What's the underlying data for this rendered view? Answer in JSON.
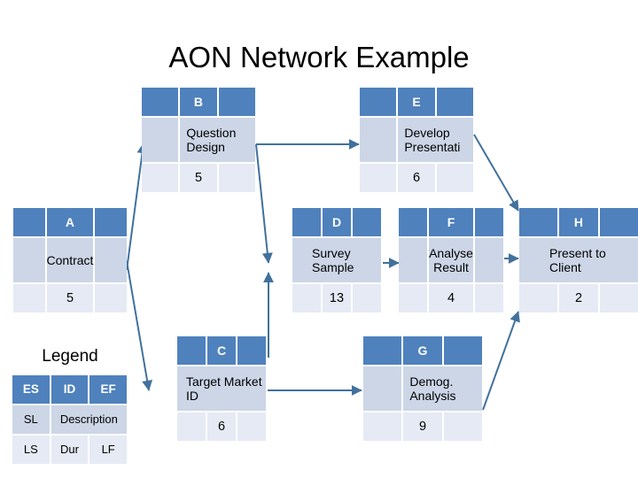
{
  "page": {
    "title": "AON Network Example",
    "accent_color": "#4f81bd",
    "mid_color": "#ccd6e7",
    "bottom_color": "#e5eaf4",
    "arrow_color": "#41719c",
    "background": "#ffffff"
  },
  "nodes": [
    {
      "id": "A",
      "label": "A",
      "description": "Contract",
      "duration": "5",
      "es": "",
      "ef": "",
      "sl": "",
      "ls": "",
      "lf": "",
      "desc_wide": false
    },
    {
      "id": "B",
      "label": "B",
      "description": "Question Design",
      "duration": "5",
      "es": "",
      "ef": "",
      "sl": "",
      "ls": "",
      "lf": "",
      "desc_wide": false
    },
    {
      "id": "C",
      "label": "C",
      "description": "Target Market ID",
      "duration": "6",
      "es": "",
      "ef": "",
      "sl": "",
      "ls": "",
      "lf": "",
      "desc_wide": false
    },
    {
      "id": "D",
      "label": "D",
      "description": "Survey Sample",
      "duration": "13",
      "es": "",
      "ef": "",
      "sl": "",
      "ls": "",
      "lf": "",
      "desc_wide": false
    },
    {
      "id": "E",
      "label": "E",
      "description": "Develop Presentati",
      "duration": "6",
      "es": "",
      "ef": "",
      "sl": "",
      "ls": "",
      "lf": "",
      "desc_wide": true
    },
    {
      "id": "F",
      "label": "F",
      "description": "Analyse Result",
      "duration": "4",
      "es": "",
      "ef": "",
      "sl": "",
      "ls": "",
      "lf": "",
      "desc_wide": false
    },
    {
      "id": "G",
      "label": "G",
      "description": "Demog. Analysis",
      "duration": "9",
      "es": "",
      "ef": "",
      "sl": "",
      "ls": "",
      "lf": "",
      "desc_wide": true
    },
    {
      "id": "H",
      "label": "H",
      "description": "Present to Client",
      "duration": "2",
      "es": "",
      "ef": "",
      "sl": "",
      "ls": "",
      "lf": "",
      "desc_wide": false
    }
  ],
  "legend": {
    "title": "Legend",
    "es": "ES",
    "id": "ID",
    "ef": "EF",
    "sl": "SL",
    "description": "Description",
    "ls": "LS",
    "dur": "Dur",
    "lf": "LF"
  },
  "edges": [
    {
      "from": "A",
      "to": "B"
    },
    {
      "from": "A",
      "to": "C"
    },
    {
      "from": "B",
      "to": "E"
    },
    {
      "from": "B",
      "to": "D"
    },
    {
      "from": "C",
      "to": "D"
    },
    {
      "from": "C",
      "to": "G"
    },
    {
      "from": "D",
      "to": "F"
    },
    {
      "from": "E",
      "to": "H"
    },
    {
      "from": "F",
      "to": "H"
    },
    {
      "from": "G",
      "to": "H"
    }
  ]
}
